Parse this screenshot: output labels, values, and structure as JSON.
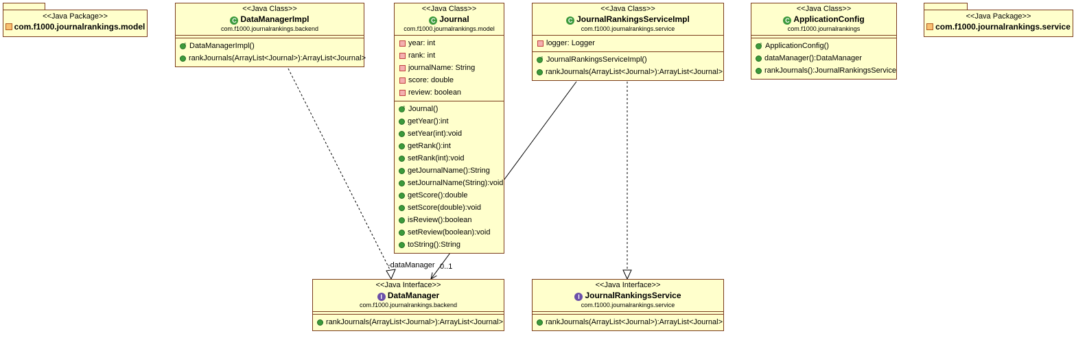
{
  "packages": [
    {
      "id": "pkg-model",
      "stereotype": "<<Java Package>>",
      "name": "com.f1000.journalrankings.model"
    },
    {
      "id": "pkg-service",
      "stereotype": "<<Java Package>>",
      "name": "com.f1000.journalrankings.service"
    }
  ],
  "classes": {
    "dataManagerImpl": {
      "stereotype": "<<Java Class>>",
      "name": "DataManagerImpl",
      "package": "com.f1000.journalrankings.backend",
      "fields": [],
      "methods": [
        {
          "kind": "ctor",
          "text": "DataManagerImpl()"
        },
        {
          "kind": "public",
          "text": "rankJournals(ArrayList<Journal>):ArrayList<Journal>"
        }
      ]
    },
    "journal": {
      "stereotype": "<<Java Class>>",
      "name": "Journal",
      "package": "com.f1000.journalrankings.model",
      "fields": [
        {
          "kind": "private",
          "text": "year: int"
        },
        {
          "kind": "private",
          "text": "rank: int"
        },
        {
          "kind": "private",
          "text": "journalName: String"
        },
        {
          "kind": "private",
          "text": "score: double"
        },
        {
          "kind": "private",
          "text": "review: boolean"
        }
      ],
      "methods": [
        {
          "kind": "ctor",
          "text": "Journal()"
        },
        {
          "kind": "public",
          "text": "getYear():int"
        },
        {
          "kind": "public",
          "text": "setYear(int):void"
        },
        {
          "kind": "public",
          "text": "getRank():int"
        },
        {
          "kind": "public",
          "text": "setRank(int):void"
        },
        {
          "kind": "public",
          "text": "getJournalName():String"
        },
        {
          "kind": "public",
          "text": "setJournalName(String):void"
        },
        {
          "kind": "public",
          "text": "getScore():double"
        },
        {
          "kind": "public",
          "text": "setScore(double):void"
        },
        {
          "kind": "public",
          "text": "isReview():boolean"
        },
        {
          "kind": "public",
          "text": "setReview(boolean):void"
        },
        {
          "kind": "public",
          "text": "toString():String"
        }
      ]
    },
    "journalRankingsServiceImpl": {
      "stereotype": "<<Java Class>>",
      "name": "JournalRankingsServiceImpl",
      "package": "com.f1000.journalrankings.service",
      "fields": [
        {
          "kind": "private",
          "text": "logger: Logger"
        }
      ],
      "methods": [
        {
          "kind": "ctor",
          "text": "JournalRankingsServiceImpl()"
        },
        {
          "kind": "public",
          "text": "rankJournals(ArrayList<Journal>):ArrayList<Journal>"
        }
      ]
    },
    "applicationConfig": {
      "stereotype": "<<Java Class>>",
      "name": "ApplicationConfig",
      "package": "com.f1000.journalrankings",
      "fields": [],
      "methods": [
        {
          "kind": "ctor",
          "text": "ApplicationConfig()"
        },
        {
          "kind": "public",
          "text": "dataManager():DataManager"
        },
        {
          "kind": "public",
          "text": "rankJournals():JournalRankingsService"
        }
      ]
    },
    "dataManager": {
      "stereotype": "<<Java Interface>>",
      "name": "DataManager",
      "package": "com.f1000.journalrankings.backend",
      "fields": [],
      "methods": [
        {
          "kind": "public",
          "text": "rankJournals(ArrayList<Journal>):ArrayList<Journal>"
        }
      ]
    },
    "journalRankingsService": {
      "stereotype": "<<Java Interface>>",
      "name": "JournalRankingsService",
      "package": "com.f1000.journalrankings.service",
      "fields": [],
      "methods": [
        {
          "kind": "public",
          "text": "rankJournals(ArrayList<Journal>):ArrayList<Journal>"
        }
      ]
    }
  },
  "edge_labels": {
    "association_role": "-dataManager",
    "association_multiplicity": "0..1"
  },
  "colors": {
    "box_fill": "#ffffcc",
    "box_border": "#7a3a1a",
    "public_icon": "#3c9a3c",
    "private_icon": "#c04040",
    "interface_icon": "#6b4fa8"
  }
}
